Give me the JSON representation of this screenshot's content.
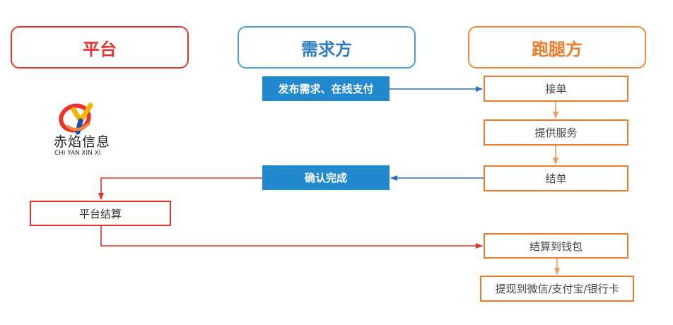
{
  "lanes": {
    "platform": "平台",
    "demand": "需求方",
    "runner": "跑腿方"
  },
  "steps": {
    "publish": "发布需求、在线支付",
    "accept": "接单",
    "provide_service": "提供服务",
    "finish_order": "结单",
    "confirm_complete": "确认完成",
    "platform_settle": "平台结算",
    "settle_to_wallet": "结算到钱包",
    "withdraw": "提现到微信/支付宝/银行卡"
  },
  "logo": {
    "name_cn": "赤焰信息",
    "name_en": "CHI YAN XIN XI"
  },
  "colors": {
    "platform_red": "#e8332e",
    "demand_blue": "#2389cf",
    "runner_orange": "#f07b2c"
  }
}
